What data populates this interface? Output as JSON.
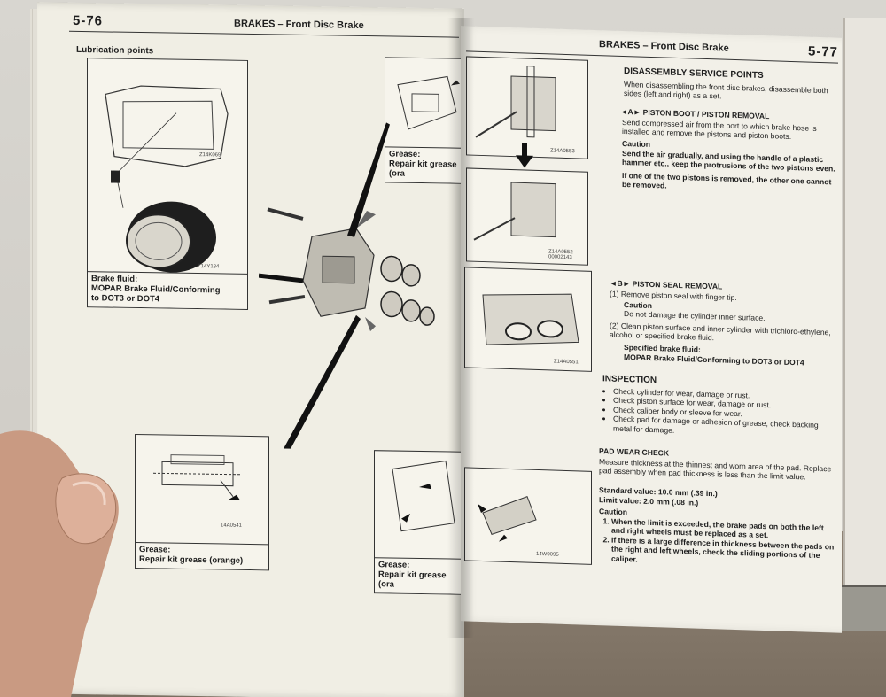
{
  "left_page": {
    "page_number": "5-76",
    "header_title": "BRAKES – Front Disc Brake",
    "section_label": "Lubrication points",
    "figures": [
      {
        "code": "Z14K069",
        "code2": "Z14Y184",
        "caption_line1": "Brake fluid:",
        "caption_line2": "MOPAR Brake Fluid/Conforming",
        "caption_line3": "to DOT3 or DOT4"
      },
      {
        "code": "14A0541",
        "caption_line1": "Grease:",
        "caption_line2": "Repair kit grease (orange)"
      },
      {
        "caption_line1": "Grease:",
        "caption_line2": "Repair kit grease (ora"
      },
      {
        "caption_line1": "Grease:",
        "caption_line2": "Repair kit grease (ora"
      }
    ]
  },
  "right_page": {
    "page_number": "5-77",
    "header_title": "BRAKES – Front Disc Brake",
    "fig_codes": [
      "Z14A0553",
      "Z14A0552 00002143",
      "Z14A0551",
      "14W0095"
    ],
    "disassembly": {
      "title": "DISASSEMBLY SERVICE POINTS",
      "intro": "When disassembling the front disc brakes, disassemble both sides (left and right) as a set.",
      "boot_heading": "◄A► PISTON BOOT / PISTON REMOVAL",
      "boot_text": "Send compressed air from the port to which brake hose is installed and remove the pistons and piston boots.",
      "caution_label": "Caution",
      "boot_caution": "Send the air gradually, and using the handle of a plastic hammer etc., keep the protrusions of the two pistons even.",
      "boot_caution2": "If one of the two pistons is removed, the other one cannot be removed.",
      "seal_heading": "◄B► PISTON SEAL REMOVAL",
      "seal_step1": "(1) Remove piston seal with finger tip.",
      "seal_caution": "Do not damage the cylinder inner surface.",
      "seal_step2": "(2) Clean piston surface and inner cylinder with trichloro-ethylene, alcohol or specified brake fluid.",
      "fluid_label": "Specified brake fluid:",
      "fluid_value": "MOPAR Brake Fluid/Conforming to DOT3 or DOT4"
    },
    "inspection": {
      "title": "INSPECTION",
      "items": [
        "Check cylinder for wear, damage or rust.",
        "Check piston surface for wear, damage or rust.",
        "Check caliper body or sleeve for wear.",
        "Check pad for damage or adhesion of grease, check backing metal for damage."
      ]
    },
    "pad_wear": {
      "title": "PAD WEAR CHECK",
      "text": "Measure thickness at the thinnest and worn area of the pad. Replace pad assembly when pad thickness is less than the limit value.",
      "standard": "Standard value: 10.0 mm (.39 in.)",
      "limit": "Limit value: 2.0 mm (.08 in.)",
      "caution_label": "Caution",
      "cautions": [
        "When the limit is exceeded, the brake pads on both the left and right wheels must be replaced as a set.",
        "If there is a large difference in thickness between the pads on the right and left wheels, check the sliding portions of the caliper."
      ]
    }
  }
}
